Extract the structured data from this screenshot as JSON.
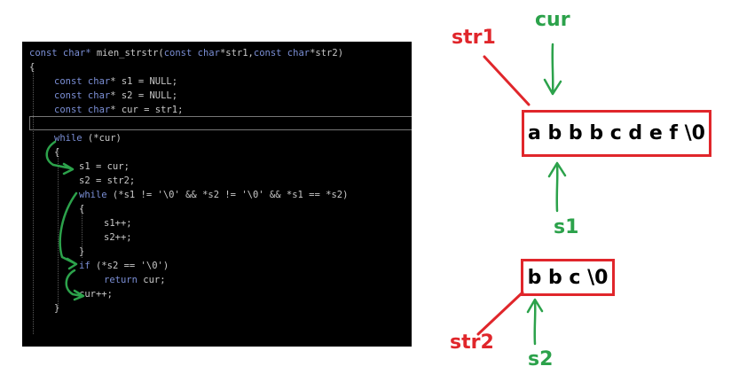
{
  "code": {
    "lines": [
      {
        "indent": 0,
        "segments": [
          {
            "t": "const char* ",
            "k": "kw"
          },
          {
            "t": "mien_strstr(",
            "k": "tok"
          },
          {
            "t": "const char",
            "k": "kw"
          },
          {
            "t": "*str1,",
            "k": "tok"
          },
          {
            "t": "const char",
            "k": "kw"
          },
          {
            "t": "*str2)",
            "k": "tok"
          }
        ]
      },
      {
        "indent": 0,
        "segments": [
          {
            "t": "{",
            "k": "tok"
          }
        ]
      },
      {
        "indent": 1,
        "segments": [
          {
            "t": "const char",
            "k": "kw"
          },
          {
            "t": "* s1 = NULL;",
            "k": "tok"
          }
        ]
      },
      {
        "indent": 1,
        "segments": [
          {
            "t": "const char",
            "k": "kw"
          },
          {
            "t": "* s2 = NULL;",
            "k": "tok"
          }
        ]
      },
      {
        "indent": 1,
        "segments": [
          {
            "t": "const char",
            "k": "kw"
          },
          {
            "t": "* cur = str1;",
            "k": "tok"
          }
        ]
      },
      {
        "indent": 0,
        "segments": []
      },
      {
        "indent": 1,
        "segments": [
          {
            "t": "while",
            "k": "kw"
          },
          {
            "t": " (*cur)",
            "k": "tok"
          }
        ]
      },
      {
        "indent": 1,
        "segments": [
          {
            "t": "{",
            "k": "tok"
          }
        ]
      },
      {
        "indent": 2,
        "segments": [
          {
            "t": "s1 = cur;",
            "k": "tok"
          }
        ]
      },
      {
        "indent": 2,
        "segments": [
          {
            "t": "s2 = str2;",
            "k": "tok"
          }
        ]
      },
      {
        "indent": 2,
        "segments": [
          {
            "t": "while",
            "k": "kw"
          },
          {
            "t": " (*s1 != '\\0' && *s2 != '\\0' && *s1 == *s2)",
            "k": "tok"
          }
        ]
      },
      {
        "indent": 2,
        "segments": [
          {
            "t": "{",
            "k": "tok"
          }
        ]
      },
      {
        "indent": 3,
        "segments": [
          {
            "t": "s1++;",
            "k": "tok"
          }
        ]
      },
      {
        "indent": 3,
        "segments": [
          {
            "t": "s2++;",
            "k": "tok"
          }
        ]
      },
      {
        "indent": 2,
        "segments": [
          {
            "t": "}",
            "k": "tok"
          }
        ]
      },
      {
        "indent": 2,
        "segments": [
          {
            "t": "if",
            "k": "kw"
          },
          {
            "t": " (*s2 == '\\0')",
            "k": "tok"
          }
        ]
      },
      {
        "indent": 3,
        "segments": [
          {
            "t": "return",
            "k": "kw"
          },
          {
            "t": " cur;",
            "k": "tok"
          }
        ]
      },
      {
        "indent": 2,
        "segments": [
          {
            "t": "cur++;",
            "k": "tok"
          }
        ]
      },
      {
        "indent": 1,
        "segments": [
          {
            "t": "}",
            "k": "tok"
          }
        ]
      },
      {
        "indent": 0,
        "segments": []
      },
      {
        "indent": 0,
        "segments": []
      },
      {
        "indent": 0,
        "segments": [
          {
            "t": "}",
            "k": "tok"
          }
        ]
      }
    ]
  },
  "diagram": {
    "str1_label": "str1",
    "cur_label": "cur",
    "s1_label": "s1",
    "str2_label": "str2",
    "s2_label": "s2",
    "string1": "a b b b c d e f \\0",
    "string2": "b b c \\0"
  },
  "colors": {
    "label_red": "#e0262b",
    "label_green": "#2ca24b",
    "code_keyword": "#7b8fd6",
    "code_text": "#c8c8c8",
    "code_background": "#000000"
  }
}
